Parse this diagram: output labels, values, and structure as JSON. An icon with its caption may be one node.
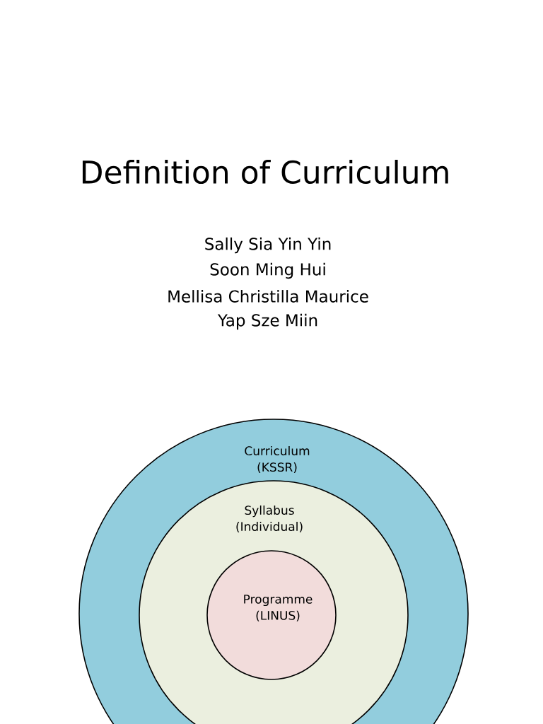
{
  "diagram": {
    "title": "Definition of Curriculum",
    "nodes": [
      {
        "text": [
          "Curriculum (KSSR)"
        ]
      },
      {
        "text": [
          "Syllabus (Individual)"
        ],
        "in": 0
      },
      {
        "text": [
          "Programme (LINUS)"
        ],
        "in": 1
      }
    ],
    "labels": [
      "Sally Sia Yin Yin",
      "Soon Ming Hui",
      "Mellisa Christilla Maurice",
      "Yap Sze Miin"
    ]
  }
}
